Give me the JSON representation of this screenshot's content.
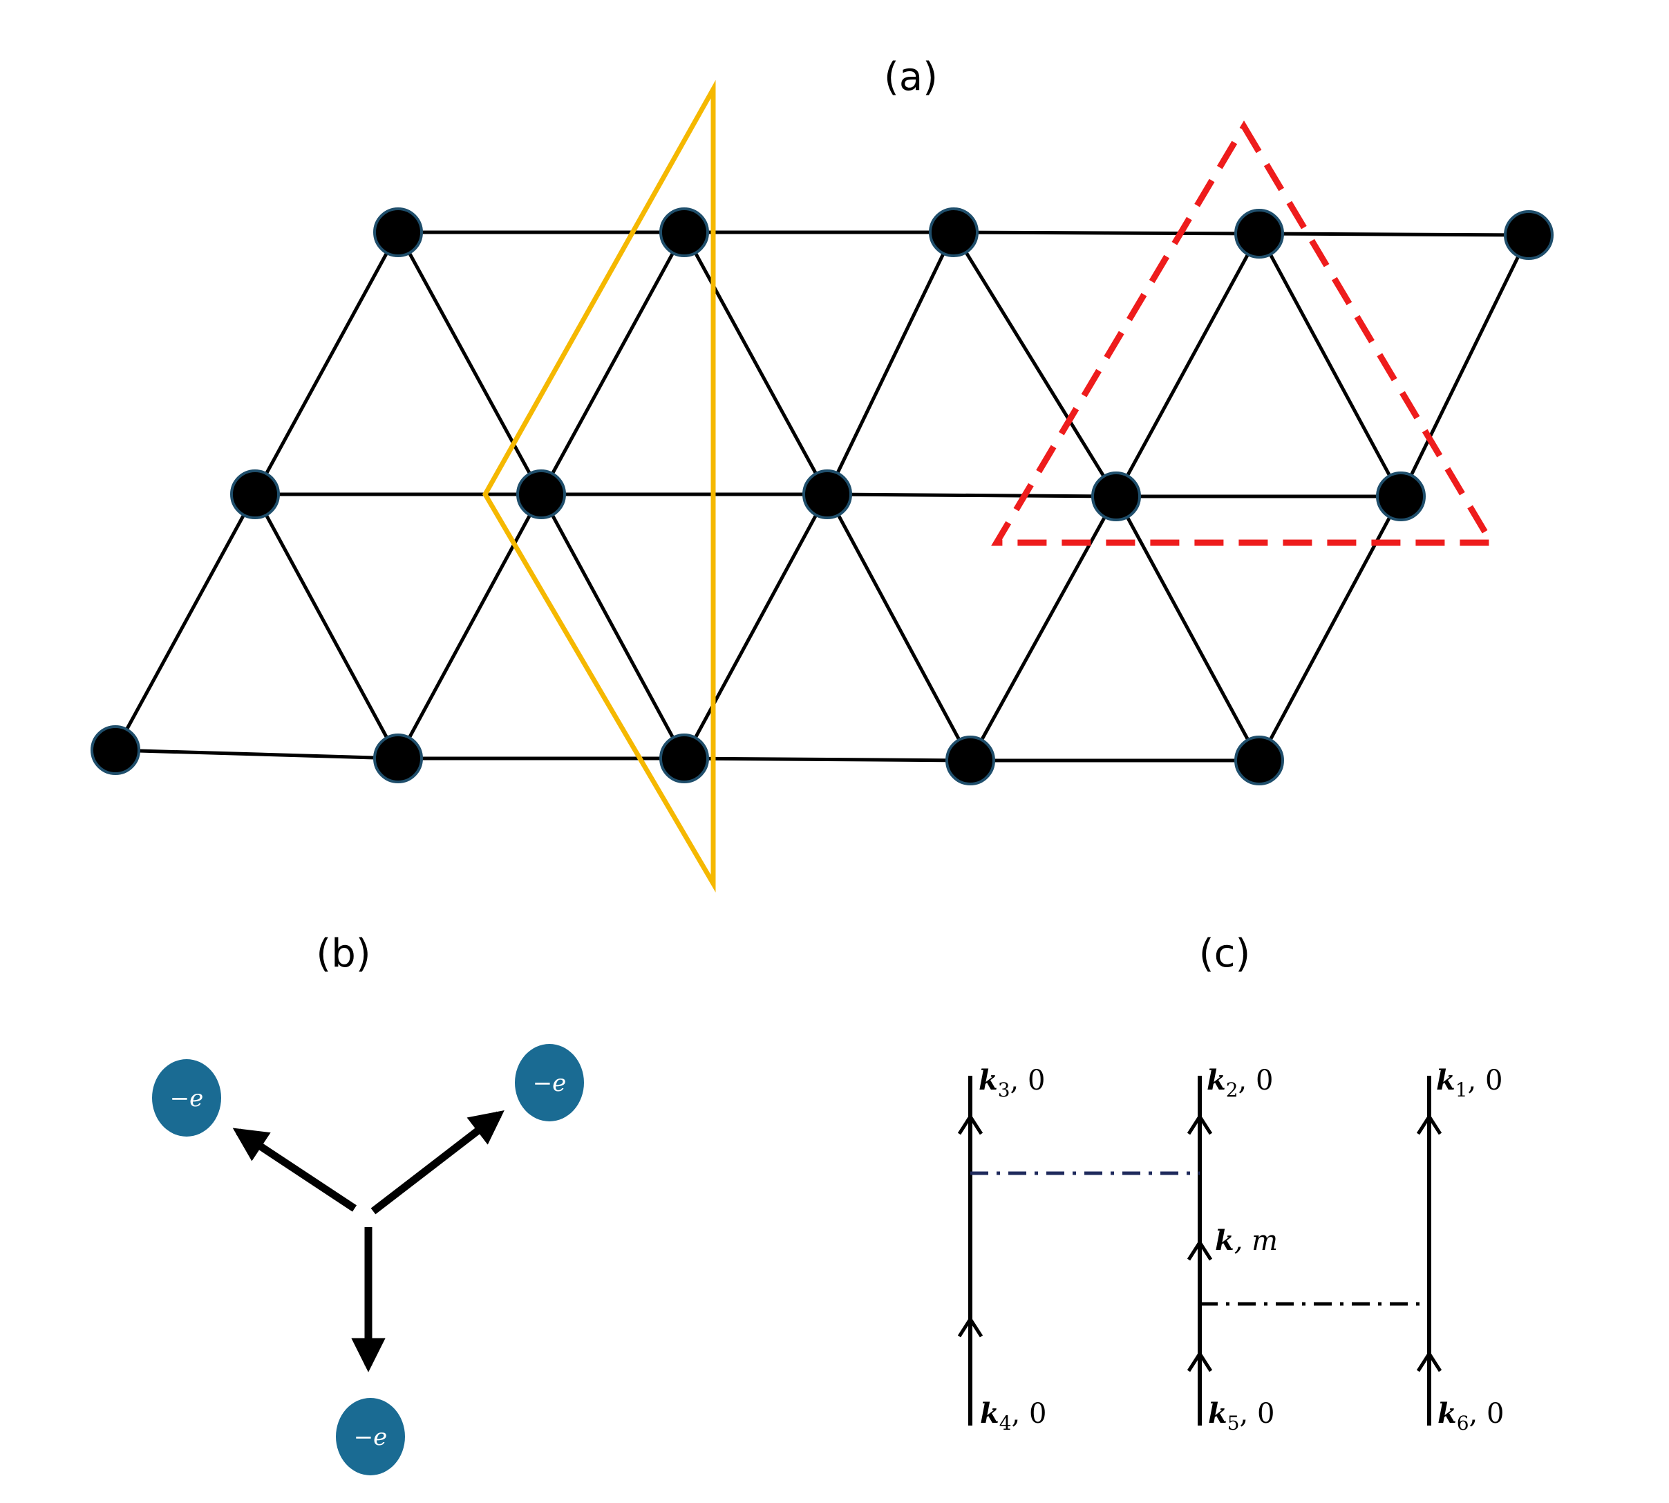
{
  "panels": {
    "a": {
      "label": "(a)"
    },
    "b": {
      "label": "(b)"
    },
    "c": {
      "label": "(c)"
    }
  },
  "colors": {
    "lattice": "#000000",
    "node_fill": "#000000",
    "node_stroke": "#1f4e6b",
    "yellow_cell": "#f5b800",
    "red_cell": "#ee1c1c",
    "electron": "#1a6b93",
    "blue_interaction": "#1f2a5c"
  },
  "charges": {
    "label": "−e"
  },
  "feynman": {
    "lines": [
      {
        "top_k": "k",
        "top_sub": "3",
        "top_rest": ", 0",
        "bottom_k": "k",
        "bottom_sub": "4",
        "bottom_rest": ", 0"
      },
      {
        "top_k": "k",
        "top_sub": "2",
        "top_rest": ", 0",
        "bottom_k": "k",
        "bottom_sub": "5",
        "bottom_rest": ", 0",
        "mid_k": "k",
        "mid_rest": ", m"
      },
      {
        "top_k": "k",
        "top_sub": "1",
        "top_rest": ", 0",
        "bottom_k": "k",
        "bottom_sub": "6",
        "bottom_rest": ", 0"
      }
    ]
  }
}
